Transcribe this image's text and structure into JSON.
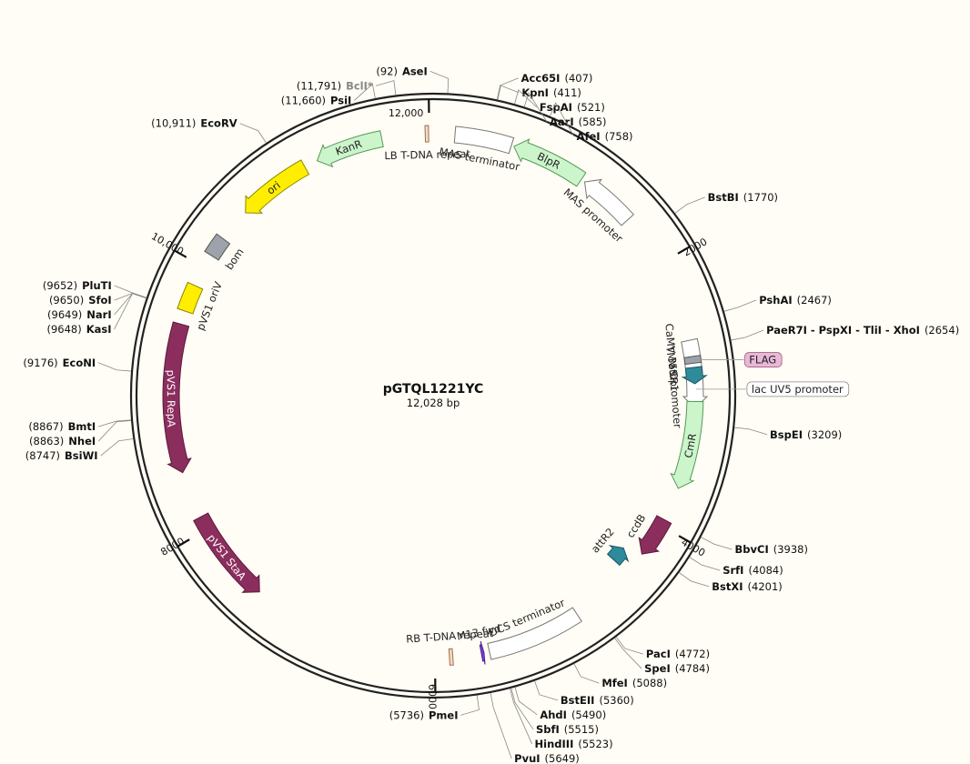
{
  "plasmid": {
    "name": "pGTQL1221YC",
    "length_label": "12,028 bp",
    "length_bp": 12028
  },
  "ticks": [
    {
      "pos": 12000,
      "label": "12,000"
    },
    {
      "pos": 2000,
      "label": "2000"
    },
    {
      "pos": 4000,
      "label": "4000"
    },
    {
      "pos": 6000,
      "label": "6000"
    },
    {
      "pos": 8000,
      "label": "8000"
    },
    {
      "pos": 10000,
      "label": "10,000"
    }
  ],
  "sites": [
    {
      "name": "AseI",
      "pos_label": "(92)",
      "pos": 92,
      "side": "left"
    },
    {
      "name": "Acc65I",
      "pos_label": "(407)",
      "pos": 407,
      "side": "right"
    },
    {
      "name": "KpnI",
      "pos_label": "(411)",
      "pos": 411,
      "side": "right"
    },
    {
      "name": "FspAI",
      "pos_label": "(521)",
      "pos": 521,
      "side": "right"
    },
    {
      "name": "AarI",
      "pos_label": "(585)",
      "pos": 585,
      "side": "right"
    },
    {
      "name": "AfeI",
      "pos_label": "(758)",
      "pos": 758,
      "side": "right"
    },
    {
      "name": "BstBI",
      "pos_label": "(1770)",
      "pos": 1770,
      "side": "right"
    },
    {
      "name": "PshAI",
      "pos_label": "(2467)",
      "pos": 2467,
      "side": "right"
    },
    {
      "name": "PaeR7I - PspXI - TliI - XhoI",
      "pos_label": "(2654)",
      "pos": 2654,
      "side": "right"
    },
    {
      "name": "BspEI",
      "pos_label": "(3209)",
      "pos": 3209,
      "side": "right"
    },
    {
      "name": "BbvCI",
      "pos_label": "(3938)",
      "pos": 3938,
      "side": "right"
    },
    {
      "name": "SrfI",
      "pos_label": "(4084)",
      "pos": 4084,
      "side": "right"
    },
    {
      "name": "BstXI",
      "pos_label": "(4201)",
      "pos": 4201,
      "side": "right"
    },
    {
      "name": "PacI",
      "pos_label": "(4772)",
      "pos": 4772,
      "side": "right"
    },
    {
      "name": "SpeI",
      "pos_label": "(4784)",
      "pos": 4784,
      "side": "right"
    },
    {
      "name": "MfeI",
      "pos_label": "(5088)",
      "pos": 5088,
      "side": "right"
    },
    {
      "name": "BstEII",
      "pos_label": "(5360)",
      "pos": 5360,
      "side": "right"
    },
    {
      "name": "AhdI",
      "pos_label": "(5490)",
      "pos": 5490,
      "side": "right"
    },
    {
      "name": "SbfI",
      "pos_label": "(5515)",
      "pos": 5515,
      "side": "right"
    },
    {
      "name": "HindIII",
      "pos_label": "(5523)",
      "pos": 5523,
      "side": "right"
    },
    {
      "name": "PvuI",
      "pos_label": "(5649)",
      "pos": 5649,
      "side": "right"
    },
    {
      "name": "PmeI",
      "pos_label": "(5736)",
      "pos": 5736,
      "side": "left"
    },
    {
      "name": "BsiWI",
      "pos_label": "(8747)",
      "pos": 8747,
      "side": "left"
    },
    {
      "name": "NheI",
      "pos_label": "(8863)",
      "pos": 8863,
      "side": "left"
    },
    {
      "name": "BmtI",
      "pos_label": "(8867)",
      "pos": 8867,
      "side": "left"
    },
    {
      "name": "EcoNI",
      "pos_label": "(9176)",
      "pos": 9176,
      "side": "left"
    },
    {
      "name": "KasI",
      "pos_label": "(9648)",
      "pos": 9648,
      "side": "left"
    },
    {
      "name": "NarI",
      "pos_label": "(9649)",
      "pos": 9649,
      "side": "left"
    },
    {
      "name": "SfoI",
      "pos_label": "(9650)",
      "pos": 9650,
      "side": "left"
    },
    {
      "name": "PluTI",
      "pos_label": "(9652)",
      "pos": 9652,
      "side": "left"
    },
    {
      "name": "EcoRV",
      "pos_label": "(10,911)",
      "pos": 10911,
      "side": "left"
    },
    {
      "name": "PsiI",
      "pos_label": "(11,660)",
      "pos": 11660,
      "side": "left"
    },
    {
      "name": "BclI*",
      "pos_label": "(11,791)",
      "pos": 11791,
      "side": "left",
      "nonunique": true
    }
  ],
  "features": [
    {
      "name": "MAS terminator",
      "start": 160,
      "end": 580,
      "dir": "none",
      "color": "#FFFFFF",
      "stroke": "#777777",
      "track": 1,
      "label_side": "inner",
      "label_font": "11.5px"
    },
    {
      "name": "BlpR",
      "start": 600,
      "end": 1150,
      "dir": "ccw",
      "color": "#CCF5CC",
      "stroke": "#559955",
      "track": 1,
      "label_side": "on"
    },
    {
      "name": "MAS promoter",
      "start": 1180,
      "end": 1600,
      "dir": "ccw",
      "color": "#FFFFFF",
      "stroke": "#777777",
      "track": 1,
      "label_side": "inner"
    },
    {
      "name": "CaMV 35S promoter",
      "start": 2600,
      "end": 3100,
      "dir": "cw",
      "color": "#FFFFFF",
      "stroke": "#777777",
      "track": 1,
      "label_side": "inner"
    },
    {
      "name": "TMV Ω",
      "start": 2720,
      "end": 2770,
      "dir": "none",
      "color": "#9CA3AA",
      "stroke": "#555555",
      "track": 1,
      "label_side": "inner"
    },
    {
      "name": "attR1",
      "start": 2800,
      "end": 2920,
      "dir": "cw",
      "color": "#2E8B9A",
      "stroke": "#1A5566",
      "track": 1,
      "label_side": "inner"
    },
    {
      "name": "CmR",
      "start": 3050,
      "end": 3700,
      "dir": "cw",
      "color": "#CCF5CC",
      "stroke": "#559955",
      "track": 1,
      "label_side": "on"
    },
    {
      "name": "ccdB",
      "start": 3950,
      "end": 4250,
      "dir": "cw",
      "color": "#8B2E5E",
      "stroke": "#5A1A3A",
      "track": 1,
      "label_side": "inner"
    },
    {
      "name": "attR2",
      "start": 4300,
      "end": 4420,
      "dir": "ccw",
      "color": "#2E8B9A",
      "stroke": "#1A5566",
      "track": 2,
      "label_side": "inner"
    },
    {
      "name": "OCS terminator",
      "start": 4900,
      "end": 5600,
      "dir": "none",
      "color": "#FFFFFF",
      "stroke": "#777777",
      "track": 1,
      "label_side": "inner"
    },
    {
      "name": "M13 fwd",
      "start": 5640,
      "end": 5660,
      "dir": "ccw",
      "color": "#7B3FCF",
      "stroke": "#4B1F8F",
      "track": 1,
      "label_side": "inner"
    },
    {
      "name": "RB T-DNA repeat",
      "start": 5870,
      "end": 5895,
      "dir": "none",
      "color": "#F2D9C2",
      "stroke": "#A07050",
      "track": 1,
      "label_side": "inner"
    },
    {
      "name": "pVS1 StaA",
      "start": 7400,
      "end": 8100,
      "dir": "ccw",
      "color": "#8B2E5E",
      "stroke": "#5A1A3A",
      "track": 1,
      "label_side": "on"
    },
    {
      "name": "pVS1 RepA",
      "start": 8450,
      "end": 9550,
      "dir": "ccw",
      "color": "#8B2E5E",
      "stroke": "#5A1A3A",
      "track": 1,
      "label_side": "on"
    },
    {
      "name": "pVS1 oriV",
      "start": 9650,
      "end": 9850,
      "dir": "none",
      "color": "#FFEE00",
      "stroke": "#888800",
      "track": 1,
      "label_side": "inner"
    },
    {
      "name": "bom",
      "start": 10100,
      "end": 10250,
      "dir": "none",
      "color": "#9CA3AA",
      "stroke": "#555555",
      "track": 1,
      "label_side": "inner"
    },
    {
      "name": "ori",
      "start": 10500,
      "end": 11050,
      "dir": "ccw",
      "color": "#FFEE00",
      "stroke": "#888800",
      "track": 1,
      "label_side": "on"
    },
    {
      "name": "KanR",
      "start": 11150,
      "end": 11650,
      "dir": "ccw",
      "color": "#CCF5CC",
      "stroke": "#559955",
      "track": 1,
      "label_side": "on"
    },
    {
      "name": "LB T-DNA repeat",
      "start": 11970,
      "end": 11995,
      "dir": "none",
      "color": "#F2D9C2",
      "stroke": "#A07050",
      "track": 1,
      "label_side": "inner"
    }
  ],
  "callouts": [
    {
      "name": "FLAG",
      "pos": 2745,
      "fill": "#E8B8D8",
      "stroke": "#A0607A"
    },
    {
      "name": "lac UV5 promoter",
      "pos": 2960,
      "fill": "#FFFFFF",
      "stroke": "#888888"
    }
  ]
}
